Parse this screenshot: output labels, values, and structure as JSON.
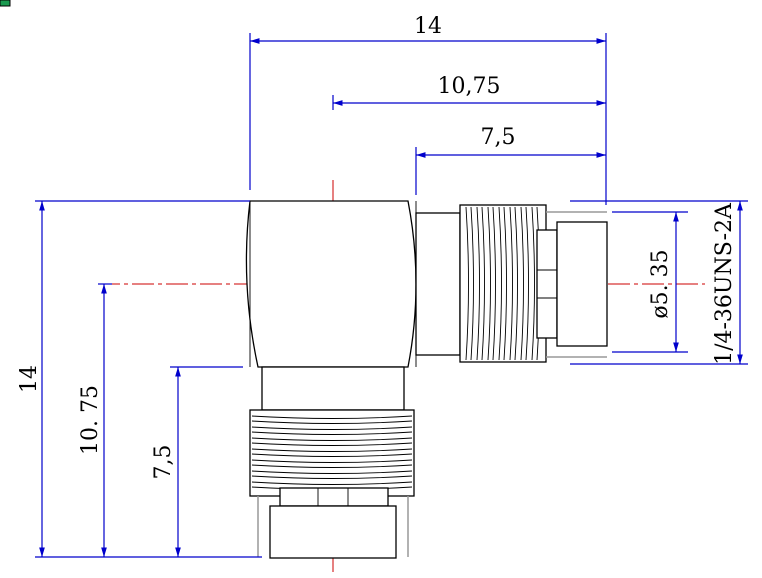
{
  "drawing": {
    "top_dims": {
      "overall": "14",
      "center": "10,75",
      "thread": "7,5"
    },
    "left_dims": {
      "overall": "14",
      "center": "10. 75",
      "thread": "7,5"
    },
    "right_dims": {
      "inner_diameter": "ø5. 35",
      "thread_spec": "1/4-36UNS-2A"
    },
    "colors": {
      "dimension": "#0000cc",
      "centerline": "#cc0000",
      "outline": "#000000"
    }
  }
}
